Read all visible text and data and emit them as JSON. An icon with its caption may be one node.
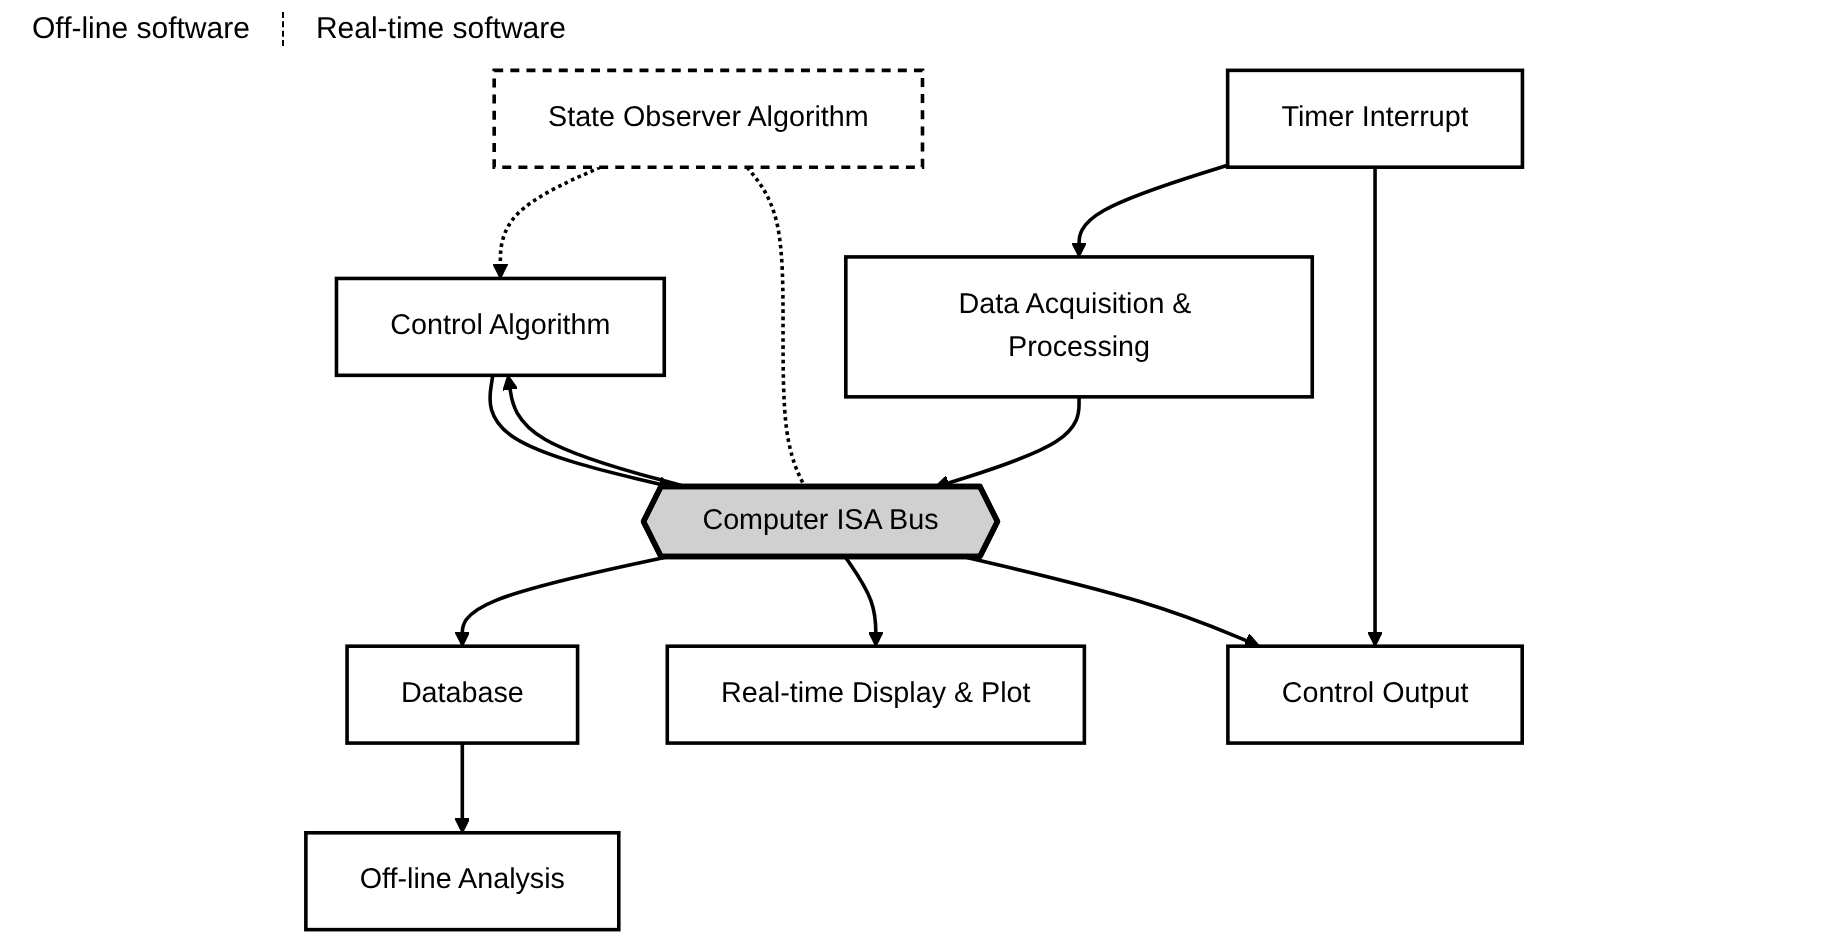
{
  "diagram": {
    "nodes": [
      {
        "text": [
          "Off-line Analysis"
        ]
      },
      {
        "text": [
          "Database"
        ]
      },
      {
        "text": [
          "Real-time Display & Plot"
        ]
      },
      {
        "text": [
          "Control Algorithm"
        ]
      },
      {
        "text": [
          "State Observer Algorithm"
        ]
      },
      {
        "text": [
          "Computer ISA Bus"
        ]
      },
      {
        "text": [
          "Data Acquisition & Processing"
        ]
      },
      {
        "text": [
          "Timer Interrupt"
        ]
      },
      {
        "text": [
          "Control Output"
        ]
      }
    ],
    "edges": [
      {
        "from": 1,
        "to": 0,
        "arrow": "to"
      },
      {
        "from": 5,
        "to": 1,
        "arrow": "to"
      },
      {
        "from": 5,
        "to": 2,
        "arrow": "to"
      },
      {
        "from": 5,
        "to": 3,
        "arrow": "to"
      },
      {
        "from": 3,
        "to": 5,
        "arrow": "to"
      },
      {
        "from": 4,
        "to": 3,
        "arrow": "to",
        "style": "dashed"
      },
      {
        "from": 4,
        "to": 5,
        "arrow": "none",
        "style": "dashed"
      },
      {
        "from": 6,
        "to": 5,
        "arrow": "to"
      },
      {
        "from": 7,
        "to": 6,
        "arrow": "to"
      },
      {
        "from": 7,
        "to": 8,
        "arrow": "to"
      },
      {
        "from": 5,
        "to": 8,
        "arrow": "to"
      }
    ],
    "labels": [
      "Off-line software",
      "Real-time software"
    ]
  }
}
